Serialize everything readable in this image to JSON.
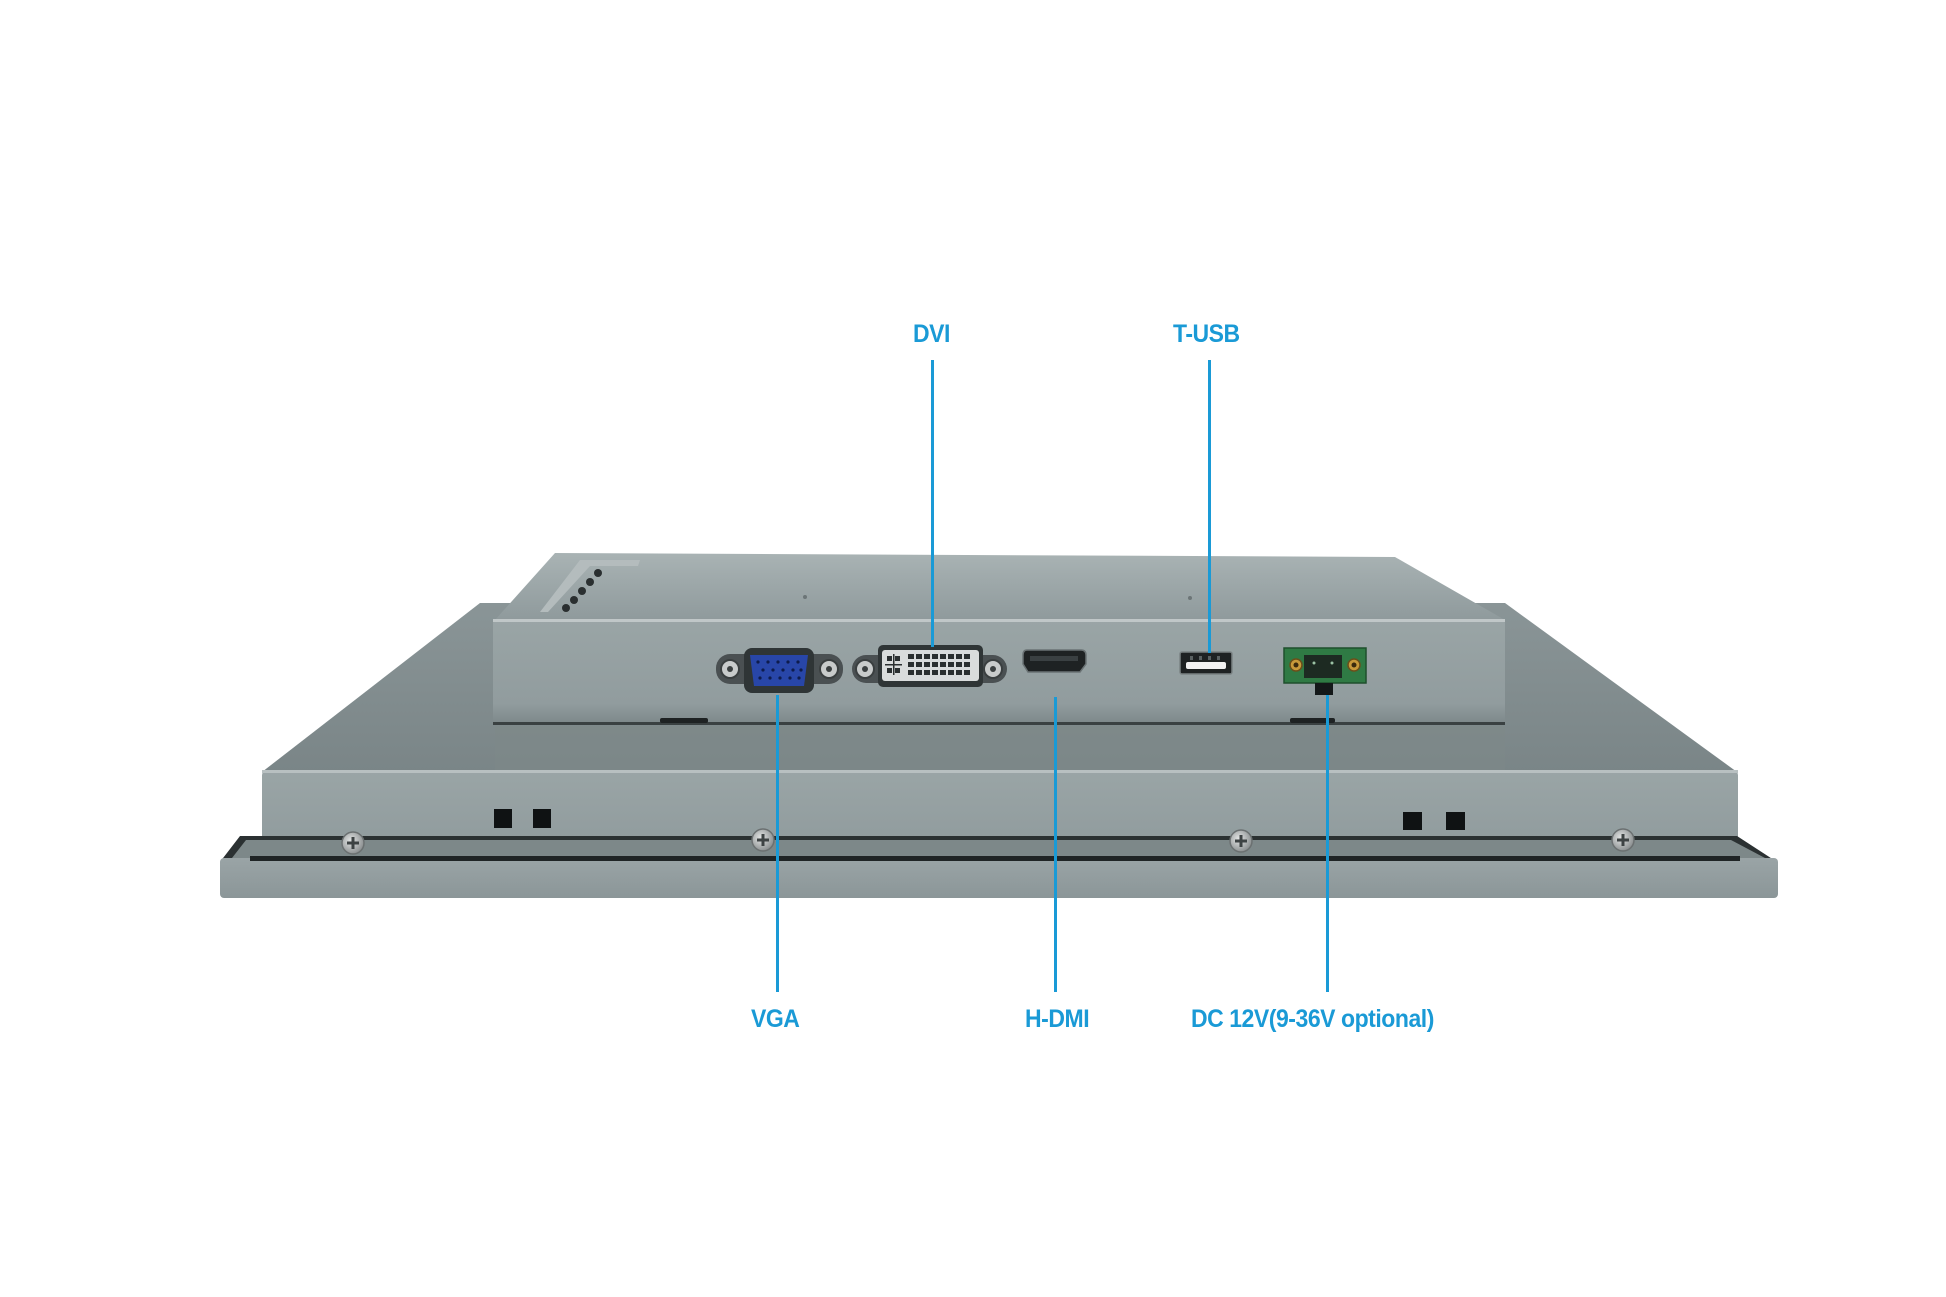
{
  "figure": {
    "subject": "panel PC rear I/O side view",
    "accent_color": "#1a9ad6",
    "body_color": "#8e9a9c"
  },
  "callouts": {
    "top": [
      {
        "id": "dvi",
        "label": "DVI"
      },
      {
        "id": "t_usb",
        "label": "T-USB"
      }
    ],
    "bottom": [
      {
        "id": "vga",
        "label": "VGA"
      },
      {
        "id": "hdmi",
        "label": "H-DMI"
      },
      {
        "id": "dc",
        "label": "DC 12V(9-36V optional)"
      }
    ]
  },
  "ports": [
    "VGA",
    "DVI",
    "H-DMI",
    "T-USB",
    "DC 12V(9-36V optional)"
  ]
}
